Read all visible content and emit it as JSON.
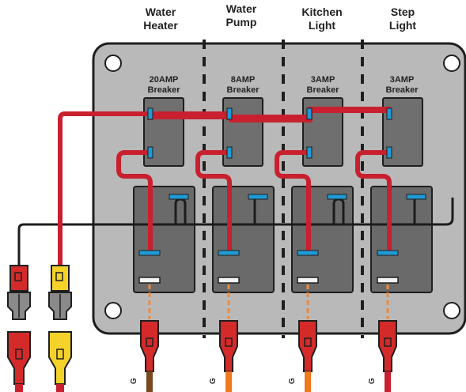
{
  "columns": [
    {
      "title": [
        "Water",
        "Heater"
      ],
      "breaker": [
        "20AMP",
        "Breaker"
      ],
      "ground_label": "G"
    },
    {
      "title": [
        "Water",
        "Pump"
      ],
      "breaker": [
        "8AMP",
        "Breaker"
      ],
      "ground_label": "G"
    },
    {
      "title": [
        "Kitchen",
        "Light"
      ],
      "breaker": [
        "3AMP",
        "Breaker"
      ],
      "ground_label": "G"
    },
    {
      "title": [
        "Step",
        "Light"
      ],
      "breaker": [
        "3AMP",
        "Breaker"
      ],
      "ground_label": "G"
    }
  ],
  "colors": {
    "panel": "#b9b9b9",
    "panel_stroke": "#1f1f1f",
    "breaker": "#6f6f6f",
    "switch": "#6a6a6a",
    "red_wire": "#c8202e",
    "black_wire": "#1c1c1c",
    "terminal": "#1e9ad6",
    "connector_red": "#d42a2a",
    "connector_yellow": "#f5d22a",
    "connector_gray": "#8a8a8a",
    "orange_dash": "#f08a3a",
    "wire_brown": "#7a4a1e",
    "wire_orange": "#f07a1e"
  }
}
